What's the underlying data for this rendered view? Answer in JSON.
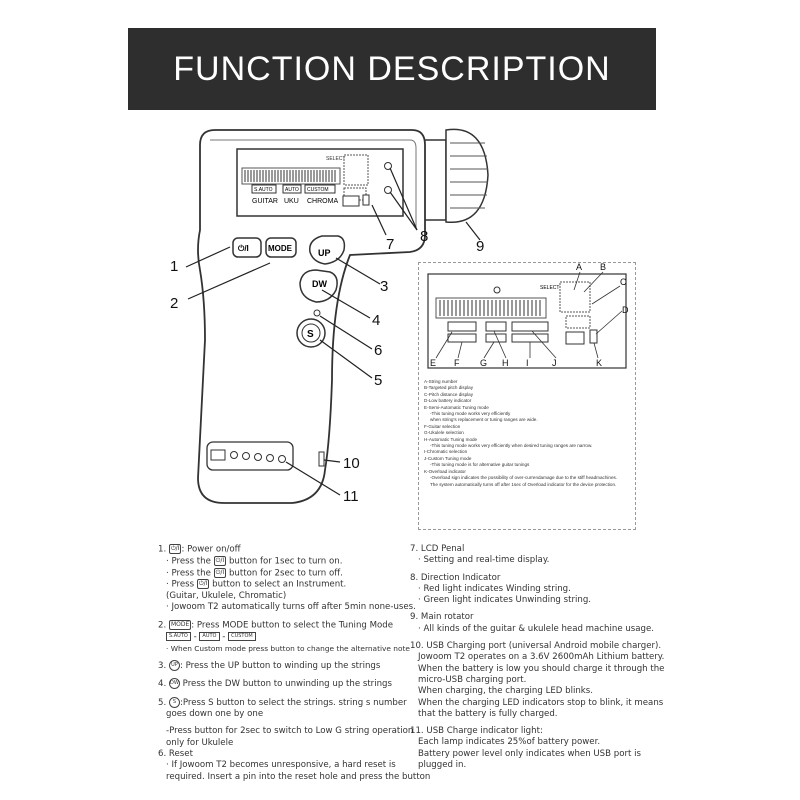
{
  "header": {
    "title": "FUNCTION DESCRIPTION"
  },
  "device": {
    "buttons": {
      "power": "⏻/I",
      "mode": "MODE",
      "up": "UP",
      "down": "DW",
      "string": "S"
    },
    "lcd": {
      "select": "SELECT",
      "modes_top": [
        "S.AUTO",
        "AUTO",
        "CUSTOM"
      ],
      "modes_bottom": [
        "GUITAR",
        "UKU",
        "CHROMA"
      ]
    },
    "callouts": [
      "1",
      "2",
      "3",
      "4",
      "5",
      "6",
      "7",
      "8",
      "9",
      "10",
      "11"
    ]
  },
  "detail": {
    "letters": [
      "A",
      "B",
      "C",
      "D",
      "E",
      "F",
      "G",
      "H",
      "I",
      "J",
      "K"
    ],
    "select": "SELECT",
    "legend": [
      {
        "text": "A-String number",
        "indent": false
      },
      {
        "text": "B-Targeted pitch display",
        "indent": false
      },
      {
        "text": "C-Pitch distance display",
        "indent": false
      },
      {
        "text": "D-Low battery indicator",
        "indent": false
      },
      {
        "text": "E-Semi-Automatic Tuning mode",
        "indent": false
      },
      {
        "text": "-This tuning mode works very efficiently",
        "indent": true
      },
      {
        "text": "when string's replacement or tuning ranges are wide.",
        "indent": true
      },
      {
        "text": "F-Guitar selection",
        "indent": false
      },
      {
        "text": "G-Ukulele selection",
        "indent": false
      },
      {
        "text": "H-Automatic Tuning mode",
        "indent": false
      },
      {
        "text": "-This tuning mode works very efficiently when desired tuning ranges are narrow.",
        "indent": true
      },
      {
        "text": "I-Chromatic selection",
        "indent": false
      },
      {
        "text": "J-Custom Tuning mode",
        "indent": false
      },
      {
        "text": "-This tuning mode is for alternative guitar tunings",
        "indent": true
      },
      {
        "text": "K-Overload indicator",
        "indent": false
      },
      {
        "text": "-Overload sign indicates the possibility of over-currendamage due to the stiff headmachines.",
        "indent": true
      },
      {
        "text": "The system automatically turns off after 1sec of Overload indicator for the device protection.",
        "indent": true
      }
    ]
  },
  "left_col": {
    "s1_num": "1.",
    "s1_title": ": Power on/off",
    "s1_l1": "· Press the",
    "s1_l1b": "button for 1sec to turn on.",
    "s1_l2": "· Press the",
    "s1_l2b": "button for 2sec to turn off.",
    "s1_l3": "· Press",
    "s1_l3b": "button to select an Instrument.",
    "s1_l4": "(Guitar, Ukulele, Chromatic)",
    "s1_l5": "· Jowoom T2 automatically turns off after 5min none-uses.",
    "s2_num": "2.",
    "s2_title": ": Press MODE button to select the Tuning Mode",
    "s2_pills": [
      "S.AUTO",
      "AUTO",
      "CUSTOM"
    ],
    "s2_note": "· When Custom mode press button to change the alternative note",
    "s3_num": "3.",
    "s3_text": ": Press the UP button to winding up the strings",
    "s4_num": "4.",
    "s4_text": "Press the DW button to unwinding up the strings",
    "s5_num": "5.",
    "s5_text": ":Press S button to select the strings. string s number",
    "s5_text2": "goes down one by one",
    "s5_text3": "-Press button for 2sec to switch to Low G string operation",
    "s5_text4": "only for Ukulele",
    "s6_title": "6. Reset",
    "s6_text": "· If Jowoom T2 becomes unresponsive, a hard reset is",
    "s6_text2": "required. Insert a pin into the reset hole and press the button"
  },
  "right_col": {
    "s7_title": "7. LCD Penal",
    "s7_text": "· Setting and real-time display.",
    "s8_title": "8. Direction Indicator",
    "s8_text": "· Red light indicates Winding string.",
    "s8_text2": "· Green light indicates Unwinding string.",
    "s9_title": "9. Main rotator",
    "s9_text": "· All kinds of the guitar & ukulele head machine usage.",
    "s10_title": "10. USB Charging port (universal Android mobile charger).",
    "s10_l1": "Jowoom T2 operates on a 3.6V 2600mAh Lithium battery.",
    "s10_l2": "When the battery is low you should charge it through the",
    "s10_l3": "micro-USB charging port.",
    "s10_l4": "When charging, the charging LED blinks.",
    "s10_l5": "When the charging LED indicators stop to blink, it means",
    "s10_l6": "that the battery is fully charged.",
    "s11_title": "11. USB Charge indicator light:",
    "s11_l1": "Each lamp  indicates 25%of battery power.",
    "s11_l2": "Battery power level only indicates when USB port is",
    "s11_l3": "plugged in."
  }
}
